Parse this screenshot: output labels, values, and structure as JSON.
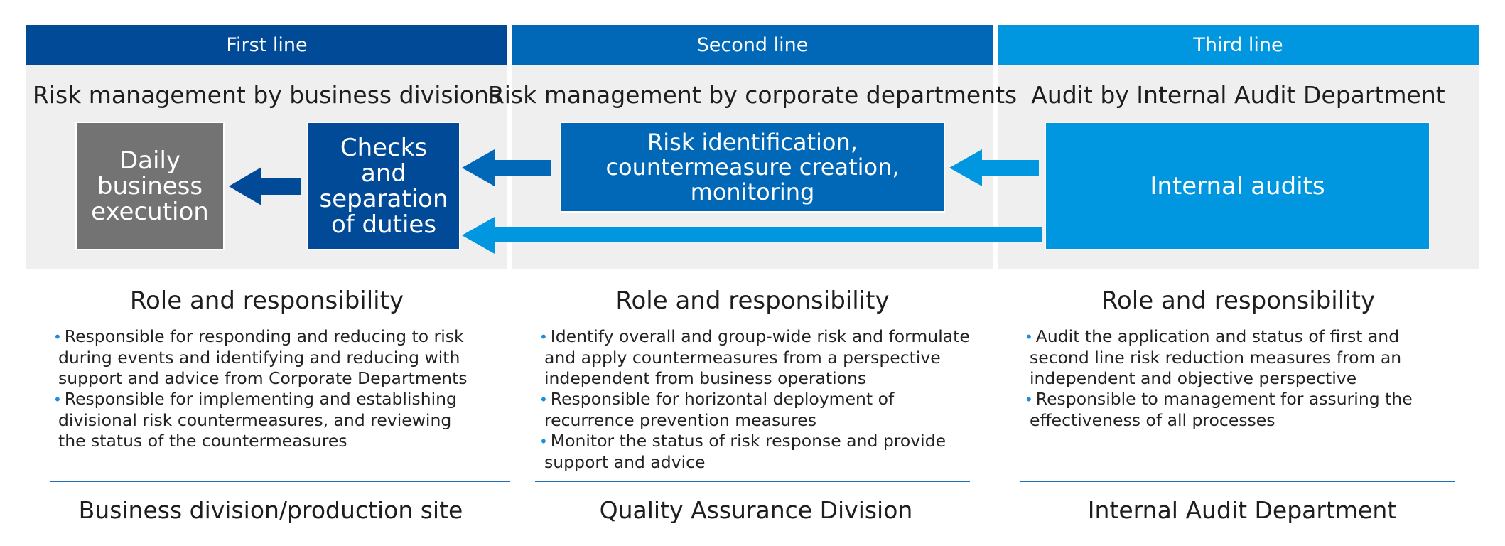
{
  "lines": [
    {
      "header": "First line",
      "color": "#004a98",
      "title": "Risk management by business divisions",
      "role_title": "Role and responsibility",
      "bullets": [
        "Responsible for responding and reducing to risk during events and identifying and reducing with support and advice from Corporate Departments",
        "Responsible for implementing and establishing divisional risk countermeasures, and reviewing the status of the countermeasures"
      ],
      "org": "Business division/production site"
    },
    {
      "header": "Second line",
      "color": "#0068b7",
      "title": "Risk management by corporate departments",
      "role_title": "Role and responsibility",
      "bullets": [
        "Identify overall and group-wide risk and formulate and apply countermeasures from a perspective independent from business operations",
        "Responsible for horizontal deployment of recurrence prevention measures",
        "Monitor the status of risk response and provide support and advice"
      ],
      "org": "Quality Assurance Division"
    },
    {
      "header": "Third line",
      "color": "#0096e0",
      "title": "Audit by Internal Audit Department",
      "role_title": "Role and responsibility",
      "bullets": [
        "Audit the application and status of first and second line risk reduction measures from an independent and objective perspective",
        "Responsible to management for assuring the effectiveness of all processes"
      ],
      "org": "Internal Audit Department"
    }
  ],
  "boxes": {
    "daily": {
      "lines": [
        "Daily",
        "business",
        "execution"
      ],
      "color": "#737373"
    },
    "checks": {
      "lines": [
        "Checks",
        "and",
        "separation",
        "of duties"
      ],
      "color": "#004a98"
    },
    "risk": {
      "lines": [
        "Risk identification,",
        "countermeasure creation,",
        "monitoring"
      ],
      "color": "#0068b7"
    },
    "audit": {
      "lines": [
        "Internal audits"
      ],
      "color": "#0096e0"
    }
  },
  "colors": {
    "panel_bg": "#efefef",
    "arrow_dark": "#004a98",
    "arrow_mid": "#0068b7",
    "arrow_light": "#0096e0",
    "rule": "#1f6fb8"
  }
}
